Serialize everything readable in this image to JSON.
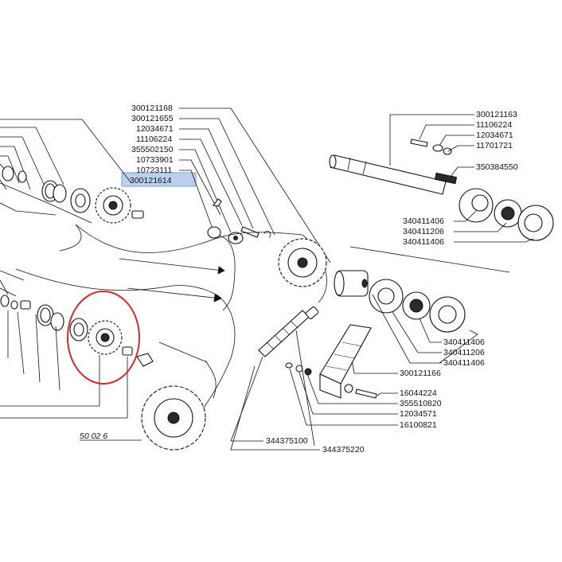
{
  "diagram": {
    "highlight_color": "#8fb3e3",
    "circle_color": "#d22d2d",
    "drawing_ref": "50 02 6",
    "left_labels": [
      "300121168",
      "300121655",
      "12034671",
      "11106224",
      "355502150",
      "10733901",
      "10723111",
      "300121614"
    ],
    "highlighted_label": "300121614",
    "top_right_labels": [
      "300121163",
      "11106224",
      "12034671",
      "11701721",
      "350384550"
    ],
    "mid_right_labels": [
      "340411406",
      "340411206",
      "340411406"
    ],
    "lower_right_labels": [
      "340411406",
      "340411206",
      "340411406",
      "300121166"
    ],
    "bottom_right_labels": [
      "16044224",
      "355510820",
      "12034571",
      "16100821"
    ],
    "chain_labels": [
      "344375100",
      "344375220"
    ]
  }
}
